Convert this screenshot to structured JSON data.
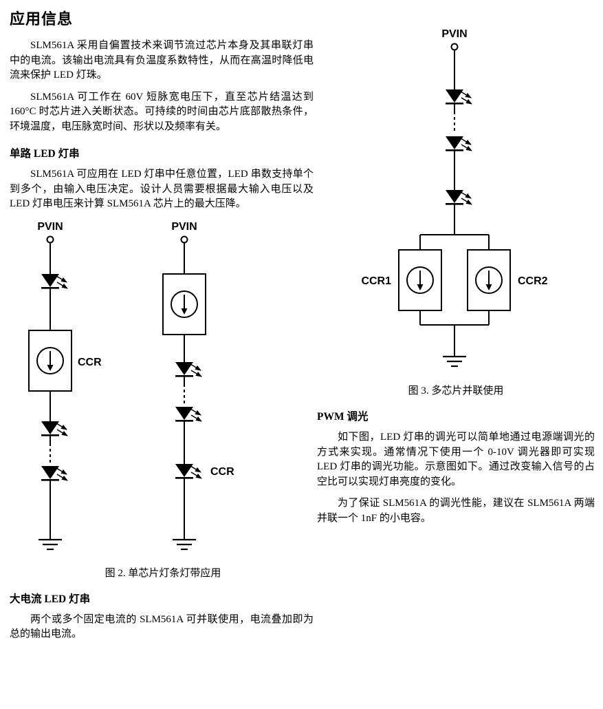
{
  "title": "应用信息",
  "intro": {
    "p1": "SLM561A 采用自偏置技术来调节流过芯片本身及其串联灯串中的电流。该输出电流具有负温度系数特性，从而在高温时降低电流来保护 LED 灯珠。",
    "p2": "SLM561A 可工作在 60V 短脉宽电压下，直至芯片结温达到 160°C 时芯片进入关断状态。可持续的时间由芯片底部散热条件，环境温度，电压脉宽时间、形状以及频率有关。"
  },
  "sections": {
    "single_led": {
      "heading": "单路 LED 灯串",
      "body": "SLM561A 可应用在 LED 灯串中任意位置，LED 串数支持单个到多个，由输入电压决定。设计人员需要根据最大输入电压以及 LED 灯串电压来计算 SLM561A 芯片上的最大压降。"
    },
    "high_current": {
      "heading": "大电流 LED 灯串",
      "body": "两个或多个固定电流的 SLM561A 可并联使用，电流叠加即为总的输出电流。"
    },
    "pwm": {
      "heading": "PWM 调光",
      "p1": "如下图，LED 灯串的调光可以简单地通过电源端调光的方式来实现。通常情况下使用一个 0-10V 调光器即可实现 LED 灯串的调光功能。示意图如下。通过改变输入信号的占空比可以实现灯串亮度的变化。",
      "p2": "为了保证 SLM561A 的调光性能，建议在 SLM561A 两端并联一个 1nF 的小电容。"
    }
  },
  "fig2": {
    "caption": "图 2. 单芯片灯条灯带应用",
    "left": {
      "pvin": "PVIN",
      "ccr": "CCR"
    },
    "right": {
      "pvin": "PVIN",
      "ccr": "CCR"
    }
  },
  "fig3": {
    "caption": "图 3. 多芯片并联使用",
    "pvin": "PVIN",
    "ccr1": "CCR1",
    "ccr2": "CCR2"
  }
}
